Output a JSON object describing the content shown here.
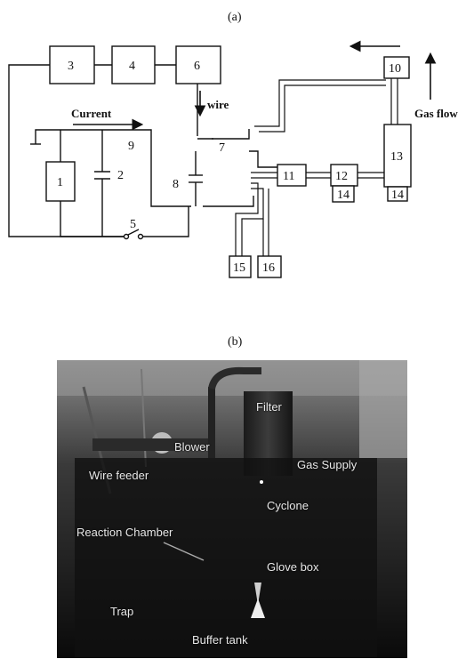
{
  "panel_a": {
    "label": "(a)",
    "component_numbers": [
      "1",
      "2",
      "3",
      "4",
      "5",
      "6",
      "7",
      "8",
      "9",
      "10",
      "11",
      "12",
      "13",
      "14",
      "14",
      "15",
      "16"
    ],
    "current_label": "Current",
    "wire_label": "wire",
    "gas_flow_label": "Gas flow"
  },
  "panel_b": {
    "label": "(b)",
    "photo_labels": {
      "filter": "Filter",
      "blower": "Blower",
      "wire_feeder": "Wire feeder",
      "gas_supply": "Gas Supply",
      "cyclone": "Cyclone",
      "reaction_chamber": "Reaction Chamber",
      "glove_box": "Glove box",
      "trap": "Trap",
      "buffer_tank": "Buffer tank"
    }
  }
}
